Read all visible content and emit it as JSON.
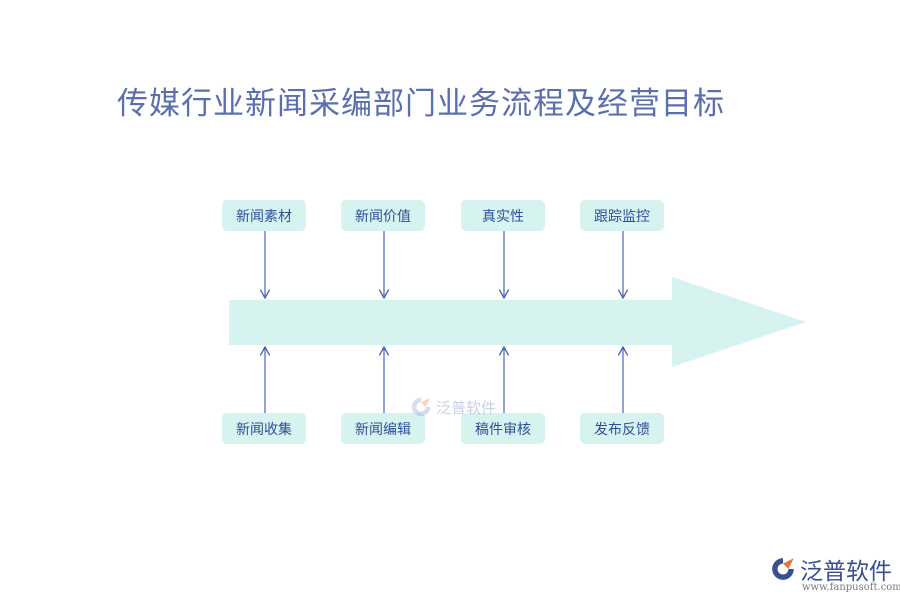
{
  "title": "传媒行业新闻采编部门业务流程及经营目标",
  "top_nodes": [
    "新闻素材",
    "新闻价值",
    "真实性",
    "跟踪监控"
  ],
  "bottom_nodes": [
    "新闻收集",
    "新闻编辑",
    "稿件审核",
    "发布反馈"
  ],
  "watermark": {
    "text": "泛普软件"
  },
  "logo": {
    "brand": "泛普软件",
    "site": "www.fanpusoft.com"
  },
  "colors": {
    "arrow": "#d6f3f0",
    "connector": "#4a63b5",
    "title": "#5b6fae",
    "node_text": "#2e4f9a"
  }
}
